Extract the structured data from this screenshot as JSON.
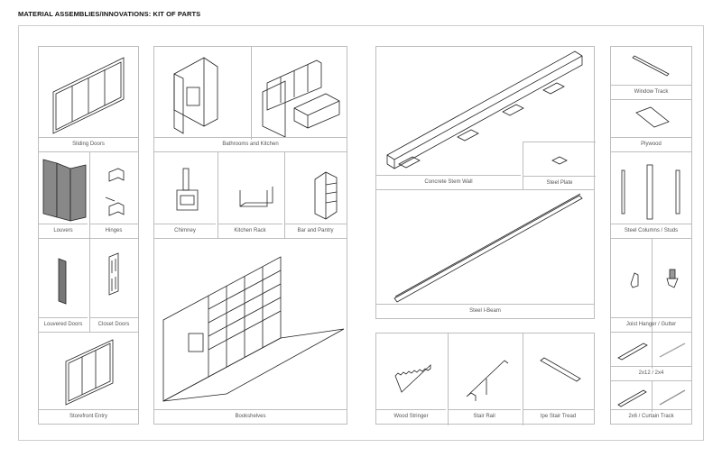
{
  "title": "MATERIAL ASSEMBLIES/INNOVATIONS:  KIT OF PARTS",
  "parts": {
    "sliding_doors": "Sliding Doors",
    "louvers": "Louvers",
    "hinges": "Hinges",
    "louvered_doors": "Louvered Doors",
    "closet_doors": "Closet Doors",
    "storefront_entry": "Storefront Entry",
    "bathrooms_kitchen": "Bathrooms and Kitchen",
    "chimney": "Chimney",
    "kitchen_rack": "Kitchen Rack",
    "bar_pantry": "Bar and Pantry",
    "bookshelves": "Bookshelves",
    "concrete_stem_wall": "Concrete Stem Wall",
    "steel_plate": "Steel Plate",
    "steel_ibeam": "Steel I-Beam",
    "wood_stringer": "Wood Stringer",
    "stair_rail": "Stair Rail",
    "ipe_stair_tread": "Ipe Stair Tread",
    "window_track": "Window Track",
    "plywood": "Plywood",
    "steel_columns": "Steel Columns / Studs",
    "joist_hanger": "Joist Hanger / Gutter",
    "lumber_2x12": "2x12 / 2x4",
    "lumber_2x6": "2x6 / Curtain Track"
  }
}
